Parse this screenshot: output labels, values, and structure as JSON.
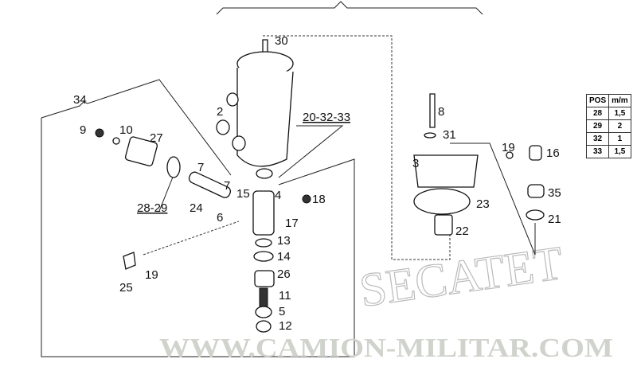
{
  "labels": {
    "p30": "30",
    "p34": "34",
    "p2": "2",
    "p203233": "20-32-33",
    "p9": "9",
    "p10": "10",
    "p27": "27",
    "p7a": "7",
    "p7b": "7",
    "p15": "15",
    "p4": "4",
    "p18": "18",
    "p2829": "28-29",
    "p24": "24",
    "p6": "6",
    "p17": "17",
    "p13": "13",
    "p14": "14",
    "p26": "26",
    "p25": "25",
    "p19a": "19",
    "p11": "11",
    "p5": "5",
    "p12": "12",
    "p8": "8",
    "p31": "31",
    "p3": "3",
    "p19b": "19",
    "p16": "16",
    "p23": "23",
    "p22": "22",
    "p35": "35",
    "p21": "21"
  },
  "table": {
    "headers": [
      "POS",
      "m/m"
    ],
    "rows": [
      [
        "28",
        "1,5"
      ],
      [
        "29",
        "2"
      ],
      [
        "32",
        "1"
      ],
      [
        "33",
        "1,5"
      ]
    ]
  },
  "watermark": {
    "url": "WWW.CAMION-MILITAR.COM",
    "diag": "SECATET"
  }
}
